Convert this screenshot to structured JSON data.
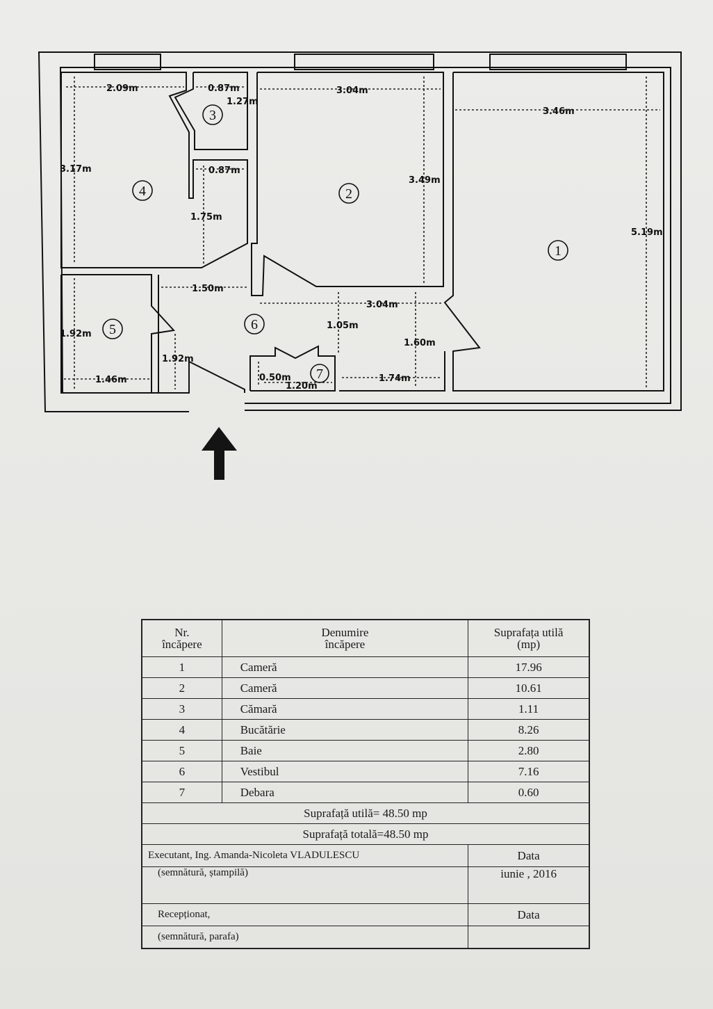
{
  "plan": {
    "dimensions": [
      "2.09m",
      "0.87m",
      "1.27m",
      "3.04m",
      "3.46m",
      "3.17m",
      "0.87m",
      "3.49m",
      "1.75m",
      "5.19m",
      "1.50m",
      "3.04m",
      "1.05m",
      "1.60m",
      "1.92m",
      "1.92m",
      "1.46m",
      "0.50m",
      "1.20m",
      "1.74m"
    ],
    "room_numbers": [
      "1",
      "2",
      "3",
      "4",
      "5",
      "6",
      "7"
    ]
  },
  "table": {
    "header": {
      "col1": [
        "Nr.",
        "încăpere"
      ],
      "col2": [
        "Denumire",
        "încăpere"
      ],
      "col3": [
        "Suprafața utilă",
        "(mp)"
      ]
    },
    "rows": [
      {
        "nr": "1",
        "name": "Cameră",
        "area": "17.96"
      },
      {
        "nr": "2",
        "name": "Cameră",
        "area": "10.61"
      },
      {
        "nr": "3",
        "name": "Cămară",
        "area": "1.11"
      },
      {
        "nr": "4",
        "name": "Bucătărie",
        "area": "8.26"
      },
      {
        "nr": "5",
        "name": "Baie",
        "area": "2.80"
      },
      {
        "nr": "6",
        "name": "Vestibul",
        "area": "7.16"
      },
      {
        "nr": "7",
        "name": "Debara",
        "area": "0.60"
      }
    ],
    "total_useful": "Suprafață utilă= 48.50 mp",
    "total_area": "Suprafață totală=48.50 mp",
    "executant": "Executant, Ing. Amanda-Nicoleta VLADULESCU",
    "signature1": "(semnătură, ștampilă)",
    "date_label1": "Data",
    "date_value": "iunie , 2016",
    "received": "Recepționat,",
    "signature2": "(semnătură, parafa)",
    "date_label2": "Data"
  }
}
